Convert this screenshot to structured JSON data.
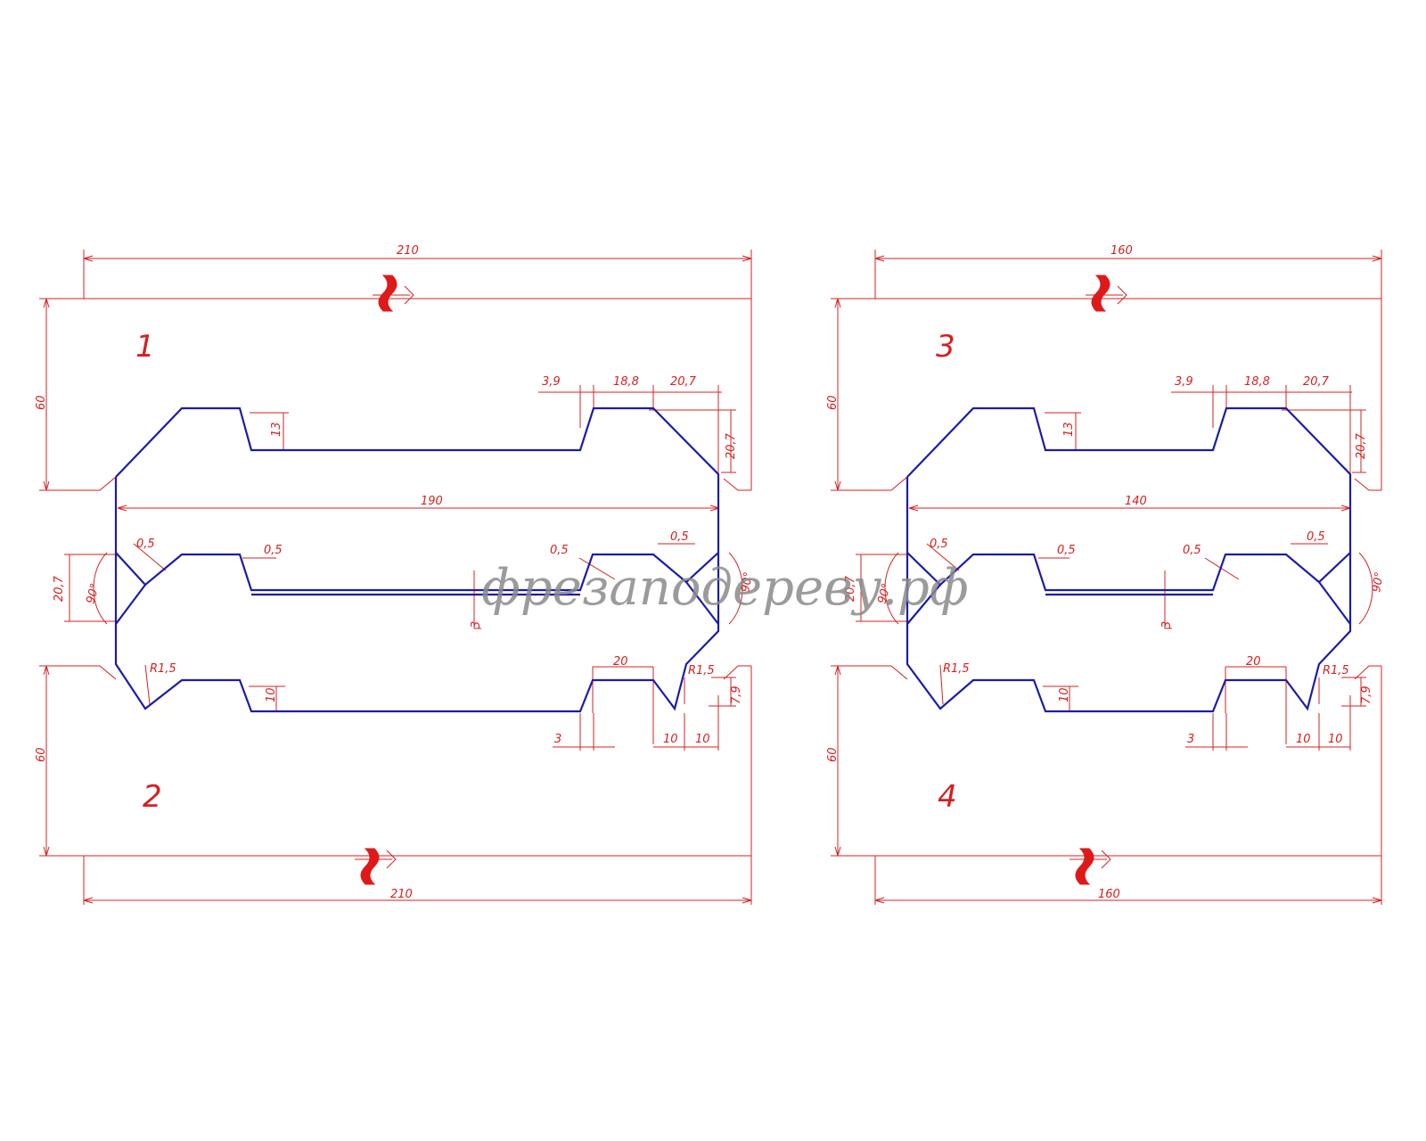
{
  "colors": {
    "dimension": "#d62020",
    "profile": "#1c1ca8",
    "watermark": "#8a8a8a"
  },
  "watermark": "фрезаподереву.рф",
  "rotation_icon": "rotating-cutter-icon",
  "tools": [
    {
      "top_number": "1",
      "bottom_number": "2",
      "total_width": "210",
      "body_width": "190",
      "height_top": "60",
      "height_bottom": "60",
      "dims": {
        "a3_9": "3,9",
        "a18_8": "18,8",
        "a20_7": "20,7",
        "v20_7": "20,7",
        "d13": "13",
        "c05a": "0,5",
        "c05b": "0,5",
        "c05c": "0,5",
        "c05d": "0,5",
        "left20_7": "20,7",
        "ang_l": "90°",
        "ang_r": "90°",
        "d3v": "3",
        "r_left": "R1,5",
        "r_right": "R1,5",
        "d20": "20",
        "d10v": "10",
        "d7_9": "7,9",
        "d3h": "3",
        "d10a": "10",
        "d10b": "10"
      }
    },
    {
      "top_number": "3",
      "bottom_number": "4",
      "total_width": "160",
      "body_width": "140",
      "height_top": "60",
      "height_bottom": "60",
      "dims": {
        "a3_9": "3,9",
        "a18_8": "18,8",
        "a20_7": "20,7",
        "v20_7": "20,7",
        "d13": "13",
        "c05a": "0,5",
        "c05b": "0,5",
        "c05c": "0,5",
        "c05d": "0,5",
        "left20_7": "20,7",
        "ang_l": "90°",
        "ang_r": "90°",
        "d3v": "3",
        "r_left": "R1,5",
        "r_right": "R1,5",
        "d20": "20",
        "d10v": "10",
        "d7_9": "7,9",
        "d3h": "3",
        "d10a": "10",
        "d10b": "10"
      }
    }
  ]
}
